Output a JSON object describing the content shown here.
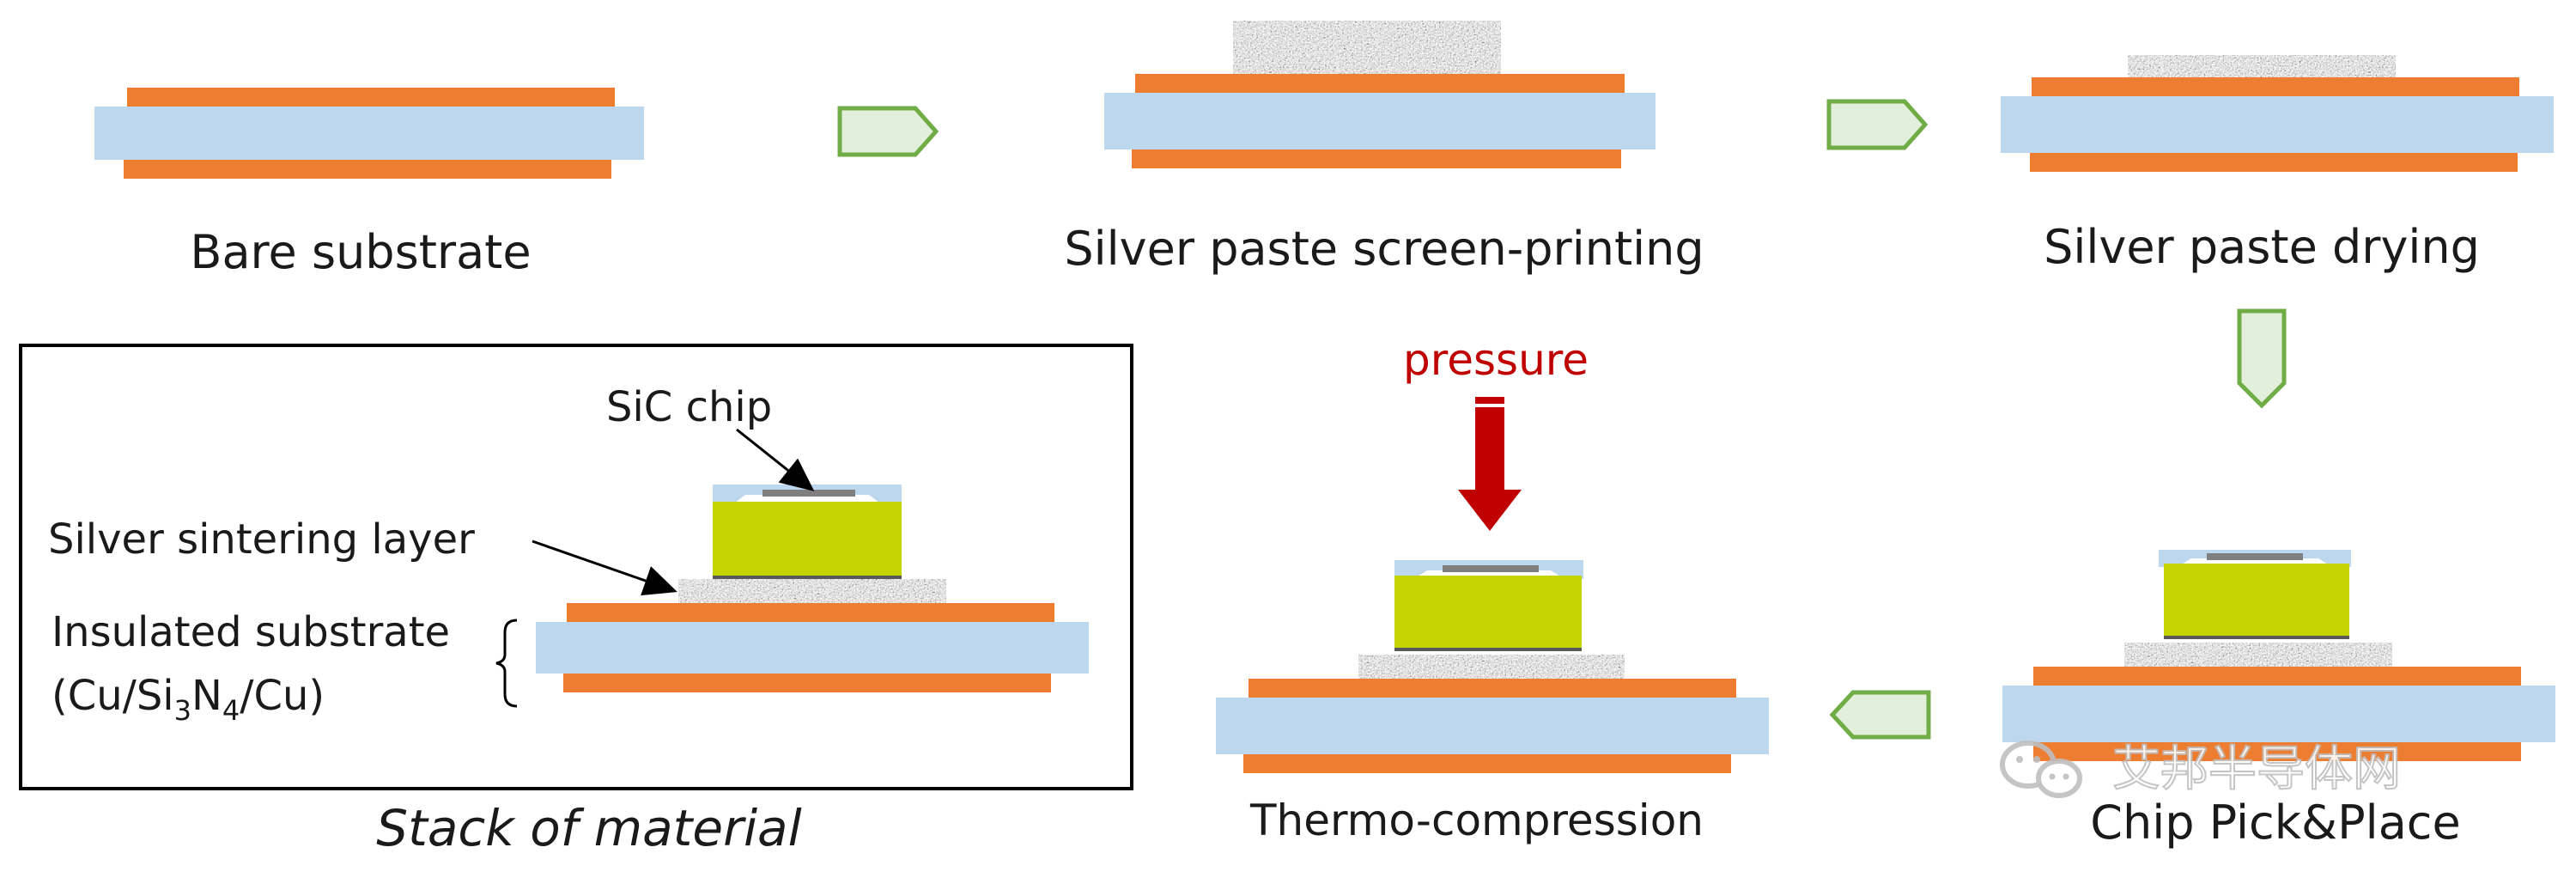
{
  "steps": {
    "bare_substrate": "Bare substrate",
    "screen_printing": "Silver paste screen-printing",
    "drying": "Silver paste drying",
    "pick_place": "Chip Pick&Place",
    "thermo_compression": "Thermo-compression"
  },
  "pressure_label": "pressure",
  "stack": {
    "caption": "Stack of material",
    "chip_label": "SiC chip",
    "sinter_label": "Silver sintering layer",
    "substrate_label": "Insulated substrate",
    "substrate_formula": {
      "open": "(Cu/Si",
      "sub1": "3",
      "mid": "N",
      "sub2": "4",
      "close": "/Cu)"
    }
  },
  "watermark": "艾邦半导体网",
  "colors": {
    "copper": "#ED7D31",
    "ceramic": "#BDD7EE",
    "chip": "#C3D400",
    "arrow_border": "#70AD47",
    "arrow_fill": "#E2EFDA",
    "pressure": "#C00000"
  }
}
